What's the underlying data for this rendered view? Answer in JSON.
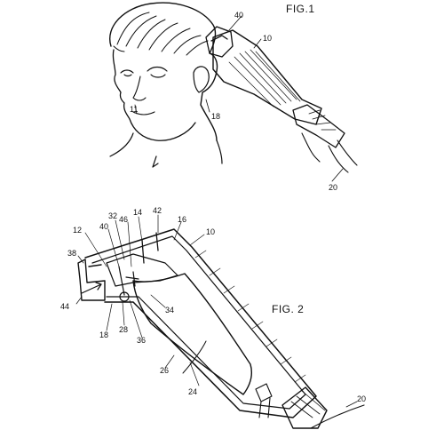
{
  "figures": {
    "fig1": {
      "title": "FIG.1"
    },
    "fig2": {
      "title": "FIG. 2"
    }
  },
  "labels": {
    "fig1": [
      "40",
      "10",
      "11",
      "18",
      "20"
    ],
    "fig2": [
      "32",
      "14",
      "42",
      "46",
      "40",
      "16",
      "10",
      "12",
      "38",
      "44",
      "34",
      "18",
      "28",
      "36",
      "26",
      "24",
      "20"
    ]
  }
}
